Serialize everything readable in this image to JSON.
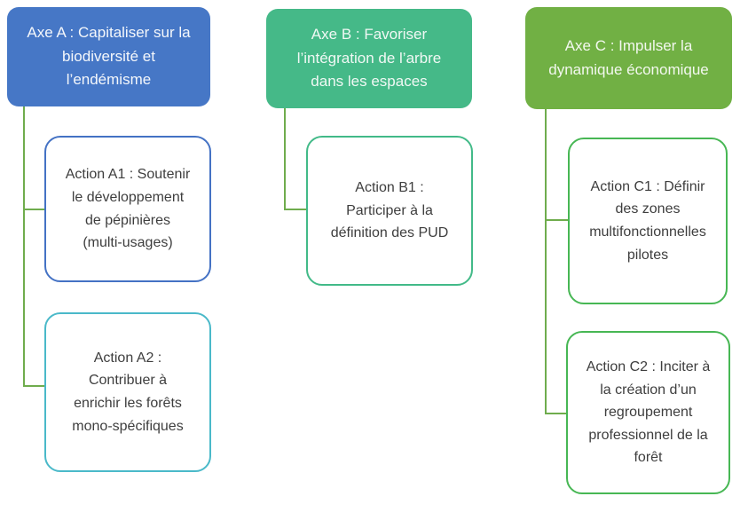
{
  "diagram": {
    "title_semantic": "Axes et actions de la stratégie forêt",
    "connector_color": "#6FAC4D",
    "action_text_color": "#3E3E3E",
    "columns": [
      {
        "id": "A",
        "header": {
          "lines": [
            "Axe A : Capitaliser sur la",
            "biodiversité et",
            "l’endémisme"
          ],
          "text": "Axe A : Capitaliser sur la biodiversité et l’endémisme",
          "fill": "#4677C6",
          "text_color": "#F4F7FB"
        },
        "actions": [
          {
            "id": "A1",
            "lines": [
              "Action A1 : Soutenir",
              "le développement",
              "de pépinières",
              "(multi-usages)"
            ],
            "text": "Action A1 : Soutenir le développement de pépinières (multi-usages)",
            "border_color": "#4472C4"
          },
          {
            "id": "A2",
            "lines": [
              "Action A2 :",
              "Contribuer à",
              "enrichir les forêts",
              "mono-spécifiques"
            ],
            "text": "Action A2 : Contribuer à enrichir les forêts mono-spécifiques",
            "border_color": "#4AB9C9"
          }
        ]
      },
      {
        "id": "B",
        "header": {
          "lines": [
            "Axe B : Favoriser",
            "l’intégration de l’arbre",
            "dans les espaces"
          ],
          "text": "Axe B : Favoriser l’intégration de l’arbre dans les espaces",
          "fill": "#45B988",
          "text_color": "#F0F8F4"
        },
        "actions": [
          {
            "id": "B1",
            "lines": [
              "Action B1 :",
              "Participer à la",
              "définition des PUD"
            ],
            "text": "Action B1 : Participer à la définition des PUD",
            "border_color": "#42BA88"
          }
        ]
      },
      {
        "id": "C",
        "header": {
          "lines": [
            "Axe C : Impulser la",
            "dynamique économique"
          ],
          "text": "Axe C : Impulser la dynamique économique",
          "fill": "#71B044",
          "text_color": "#F3F8EF"
        },
        "actions": [
          {
            "id": "C1",
            "lines": [
              "Action C1 : Définir",
              "des zones",
              "multifonctionnelles",
              "pilotes"
            ],
            "text": "Action C1 : Définir des zones multifonctionnelles pilotes",
            "border_color": "#47B754"
          },
          {
            "id": "C2",
            "lines": [
              "Action C2 : Inciter à",
              "la création d’un",
              "regroupement",
              "professionnel de la",
              "forêt"
            ],
            "text": "Action C2 : Inciter à la création d’un regroupement professionnel de la forêt",
            "border_color": "#47B754"
          }
        ]
      }
    ]
  }
}
